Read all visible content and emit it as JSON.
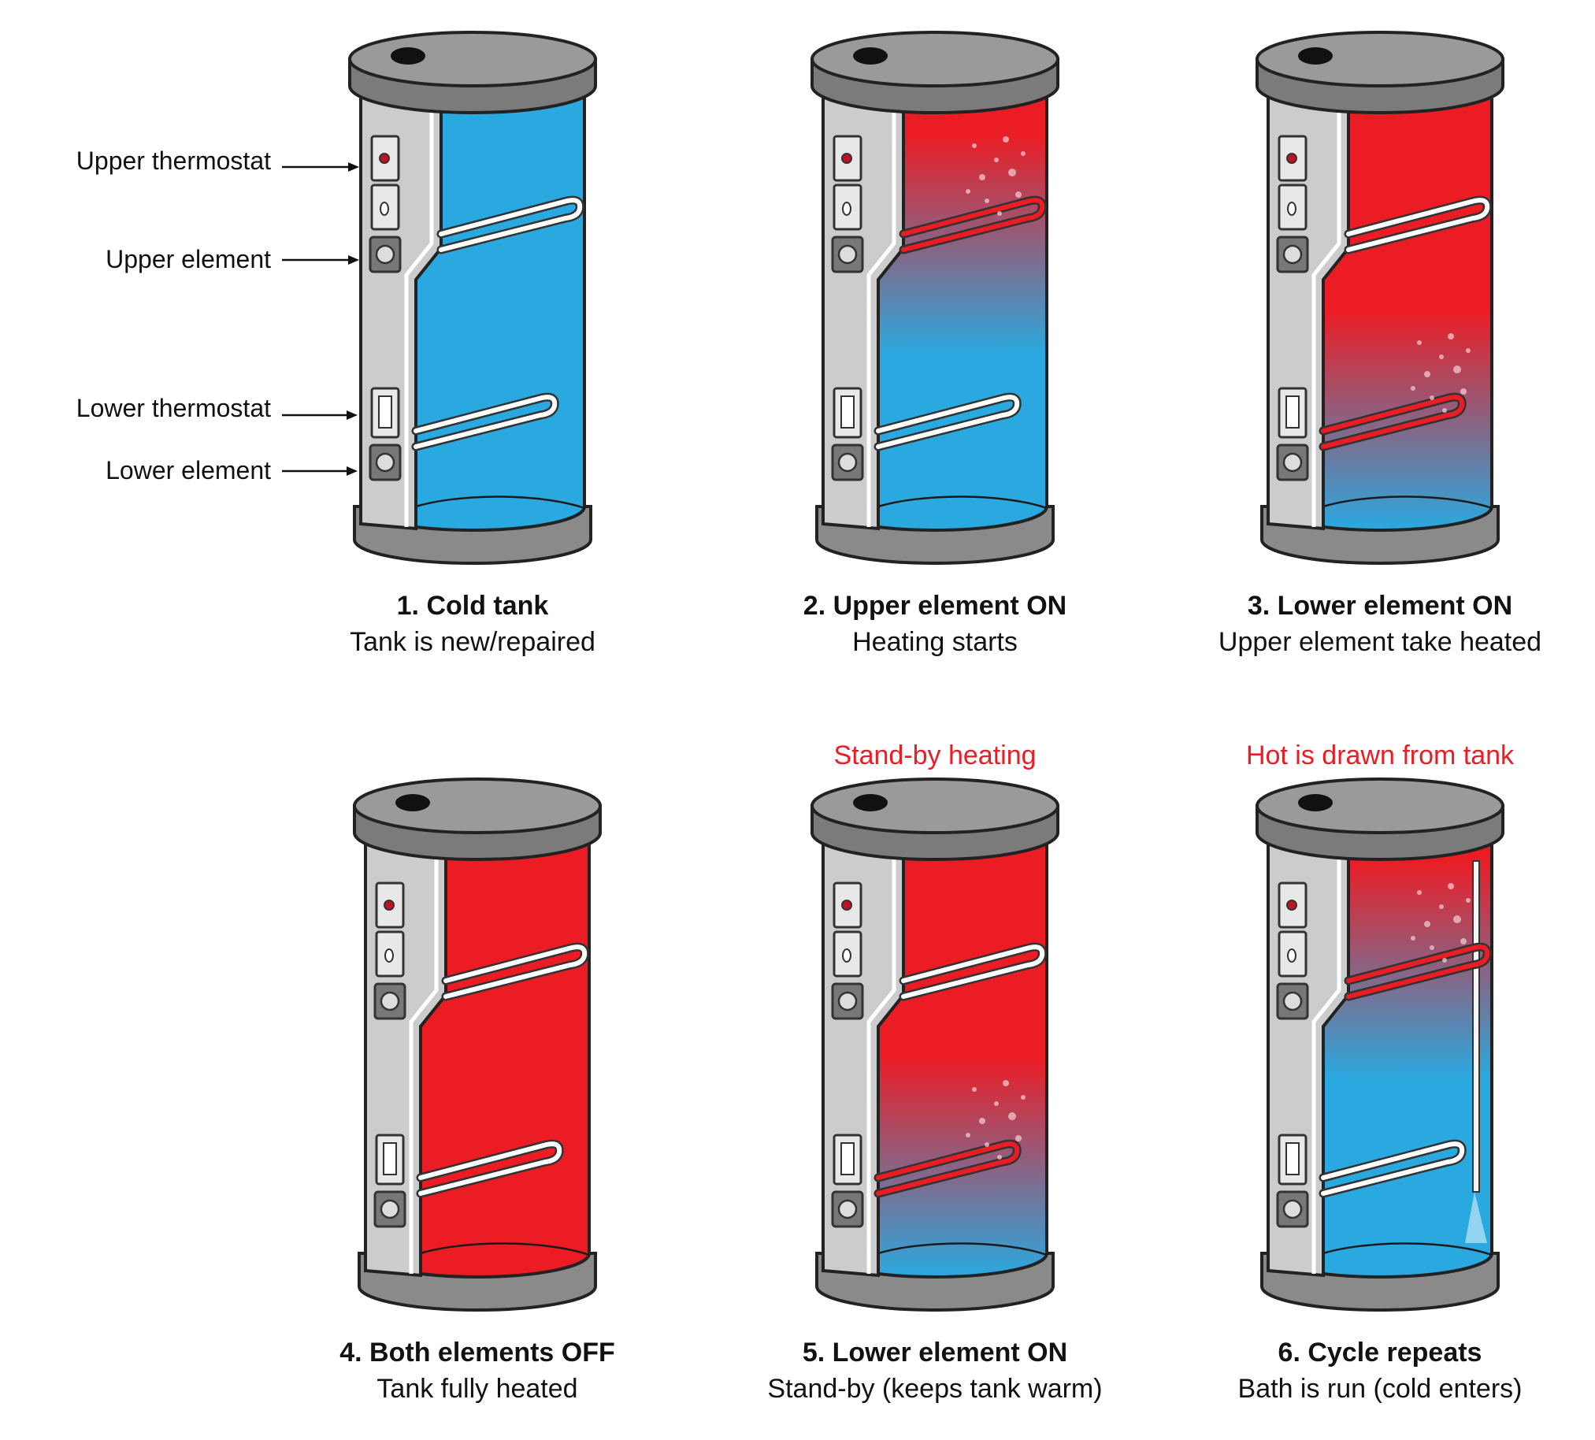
{
  "colors": {
    "cold": "#2aa9e0",
    "hot": "#ec1c24",
    "note": "#ec1c24",
    "metal": "#8c8c8c",
    "panel": "#cccccc"
  },
  "part_labels": [
    "Upper thermostat",
    "Upper element",
    "Lower thermostat",
    "Lower element"
  ],
  "stages": [
    {
      "title": "1. Cold tank",
      "subtitle": "Tank is new/repaired",
      "note": "",
      "water": "cold",
      "upper_element": "off",
      "lower_element": "off",
      "hot_fraction_top": 0.0,
      "bubbles": "none",
      "outlet_pipe": false
    },
    {
      "title": "2. Upper element ON",
      "subtitle": "Heating starts",
      "note": "",
      "water": "gradient-hot-top",
      "upper_element": "on",
      "lower_element": "off",
      "hot_fraction_top": 0.35,
      "bubbles": "upper",
      "outlet_pipe": false
    },
    {
      "title": "3. Lower element ON",
      "subtitle": "Upper element take heated",
      "note": "",
      "water": "mostly-hot",
      "upper_element": "off",
      "lower_element": "on",
      "hot_fraction_top": 0.75,
      "bubbles": "lower",
      "outlet_pipe": false
    },
    {
      "title": "4. Both elements OFF",
      "subtitle": "Tank fully heated",
      "note": "",
      "water": "hot",
      "upper_element": "off",
      "lower_element": "off",
      "hot_fraction_top": 1.0,
      "bubbles": "none",
      "outlet_pipe": false
    },
    {
      "title": "5. Lower element ON",
      "subtitle": "Stand-by (keeps tank warm)",
      "note": "Stand-by heating",
      "water": "mostly-hot",
      "upper_element": "off",
      "lower_element": "on",
      "hot_fraction_top": 0.75,
      "bubbles": "lower",
      "outlet_pipe": false
    },
    {
      "title": "6. Cycle repeats",
      "subtitle": "Bath is run (cold enters)",
      "note": "Hot is drawn from tank",
      "water": "gradient-hot-top",
      "upper_element": "on",
      "lower_element": "off",
      "hot_fraction_top": 0.3,
      "bubbles": "upper",
      "outlet_pipe": true
    }
  ]
}
